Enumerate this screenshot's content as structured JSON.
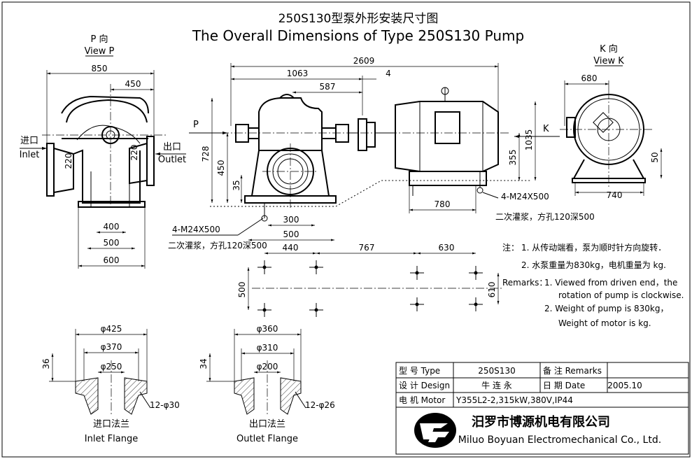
{
  "title": {
    "cn": "250S130型泵外形安装尺寸图",
    "en": "The Overall Dimensions of Type 250S130 Pump"
  },
  "view_p": {
    "cn": "P 向",
    "en": "View P",
    "arrow_label": "P"
  },
  "view_k": {
    "cn": "K 向",
    "en": "View K",
    "arrow_label": "K"
  },
  "inlet_label": {
    "cn": "进口",
    "en": "Inlet"
  },
  "outlet_label": {
    "cn": "出口",
    "en": "Outlet"
  },
  "dims": {
    "p_view": {
      "width": "850",
      "half": "450",
      "inlet_h": "220",
      "outlet_h": "220",
      "base_inner": "400",
      "base_mid": "500",
      "base_outer": "600"
    },
    "side": {
      "overall": "2609",
      "pump_to_coupling": "1063",
      "mid": "587",
      "gap": "4",
      "height": "728",
      "shaft_h": "450",
      "base_t": "35",
      "bolt_c": "300",
      "bolt_o": "500",
      "motor_h": "1035",
      "motor_shaft": "355",
      "motor_base": "780"
    },
    "k_view": {
      "width": "680",
      "base": "740",
      "foot": "50"
    },
    "plan": {
      "a": "440",
      "b": "767",
      "c": "630",
      "w1": "500",
      "w2": "610"
    }
  },
  "anchor_pump": {
    "bolt": "4-M24X500",
    "grout": "二次灌浆，方孔120深500"
  },
  "anchor_motor": {
    "bolt": "4-M24X500",
    "grout": "二次灌浆，方孔120深500"
  },
  "notes_cn": {
    "head": "注：",
    "n1": "1. 从传动端看，泵为顺时针方向旋转．",
    "n2": "2. 水泵重量为830kg，电机重量为  kg."
  },
  "notes_en": {
    "head": "Remarks：",
    "n1a": "1. Viewed from driven end，the",
    "n1b": "rotation of pump is  clockwise.",
    "n2a": "2. Weight of pump is 830kg，",
    "n2b": "Weight of motor is    kg."
  },
  "inlet_flange": {
    "d_outer": "φ425",
    "d_bolt": "φ370",
    "d_bore": "φ250",
    "thick": "36",
    "holes": "12-φ30",
    "cn": "进口法兰",
    "en": "Inlet Flange"
  },
  "outlet_flange": {
    "d_outer": "φ360",
    "d_bolt": "φ310",
    "d_bore": "φ200",
    "thick": "34",
    "holes": "12-φ26",
    "cn": "出口法兰",
    "en": "Outlet Flange"
  },
  "title_block": {
    "type_label": "型 号 Type",
    "type_value": "250S130",
    "remarks_label": "备 注 Remarks",
    "design_label": "设 计 Design",
    "design_value": "牛 连 永",
    "date_label": "日 期 Date",
    "date_value": "2005.10",
    "motor_label": "电 机 Motor",
    "motor_value": "Y355L2-2,315kW,380V,IP44",
    "company_cn": "汨罗市博源机电有限公司",
    "company_en": "Miluo Boyuan Electromechanical Co., Ltd."
  }
}
